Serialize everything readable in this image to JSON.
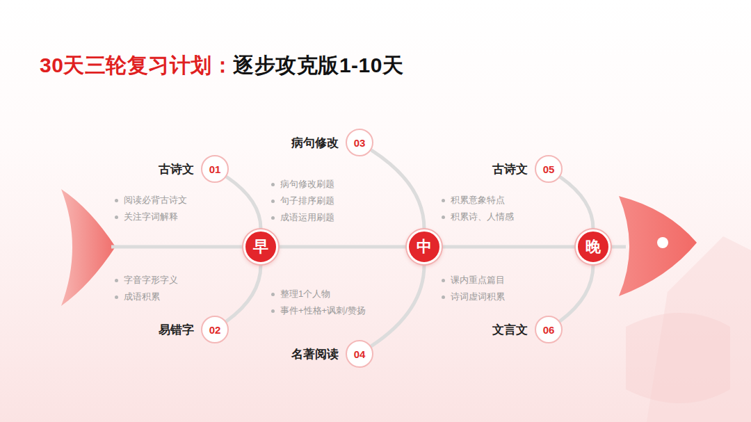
{
  "diagram": {
    "title": "30天三轮复习计划：逐步攻克版1-10天",
    "nodes": [
      {
        "text": [
          "古诗文",
          "01",
          "阅读必背古诗文",
          "关注字词解释"
        ]
      },
      {
        "text": [
          "易错字",
          "02",
          "字音字形字义",
          "成语积累"
        ]
      },
      {
        "text": [
          "早"
        ]
      },
      {
        "text": [
          "病句修改",
          "03",
          "病句修改刷题",
          "句子排序刷题",
          "成语运用刷题"
        ]
      },
      {
        "text": [
          "名著阅读",
          "04",
          "整理1个人物",
          "事件+性格+讽刺/赞扬"
        ]
      },
      {
        "text": [
          "中"
        ]
      },
      {
        "text": [
          "古诗文",
          "05",
          "积累意象特点",
          "积累诗、人情感"
        ]
      },
      {
        "text": [
          "文言文",
          "06",
          "课内重点篇目",
          "诗词虚词积累"
        ]
      },
      {
        "text": [
          "晚"
        ]
      }
    ],
    "edges": [
      {
        "from": 0,
        "to": 2,
        "arrow": "none"
      },
      {
        "from": 1,
        "to": 2,
        "arrow": "none"
      },
      {
        "from": 2,
        "to": 5,
        "arrow": "none"
      },
      {
        "from": 3,
        "to": 5,
        "arrow": "none"
      },
      {
        "from": 4,
        "to": 5,
        "arrow": "none"
      },
      {
        "from": 5,
        "to": 8,
        "arrow": "none"
      },
      {
        "from": 6,
        "to": 8,
        "arrow": "none"
      },
      {
        "from": 7,
        "to": 8,
        "arrow": "none"
      }
    ]
  }
}
